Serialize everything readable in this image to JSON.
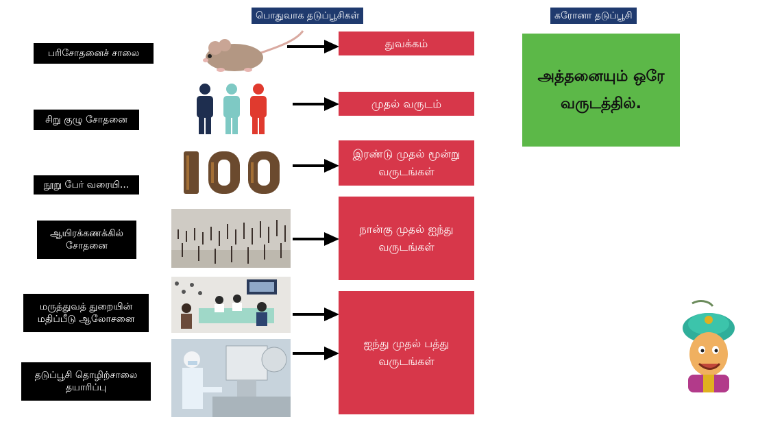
{
  "headers": {
    "general": "பொதுவாக தடுப்பூசிகள்",
    "corona": "கரோனா தடுப்பூசி"
  },
  "stages": [
    {
      "label": "பரிசோதனைச் சாலை"
    },
    {
      "label": "சிறு குழு சோதனை"
    },
    {
      "label": "நூறு பேர் வரையி..."
    },
    {
      "label": "ஆயிரக்கணக்கில் சோதனை"
    },
    {
      "label": "மருத்துவத் துறையின் மதிப்பீடு ஆலோசனை"
    },
    {
      "label": "தடுப்பூசி தொழிற்சாலை தயாரிப்பு"
    }
  ],
  "durations": [
    "துவக்கம்",
    "முதல் வருடம்",
    "இரண்டு முதல் மூன்று வருடங்கள்",
    "நான்கு முதல் ஐந்து வருடங்கள்",
    "ஐந்து முதல் பத்து வருடங்கள்"
  ],
  "corona_text": "அத்தனையும் ஒரே வருடத்தில்.",
  "colors": {
    "header_bg": "#1f3a6e",
    "duration_bg": "#d7374a",
    "corona_bg": "#5cb848",
    "stage_bg": "#000000"
  },
  "icons": [
    "mouse-illustration",
    "people-icon",
    "crowd-100-icon",
    "crowd-photo",
    "meeting-photo",
    "factory-photo",
    "cartoon-character"
  ]
}
